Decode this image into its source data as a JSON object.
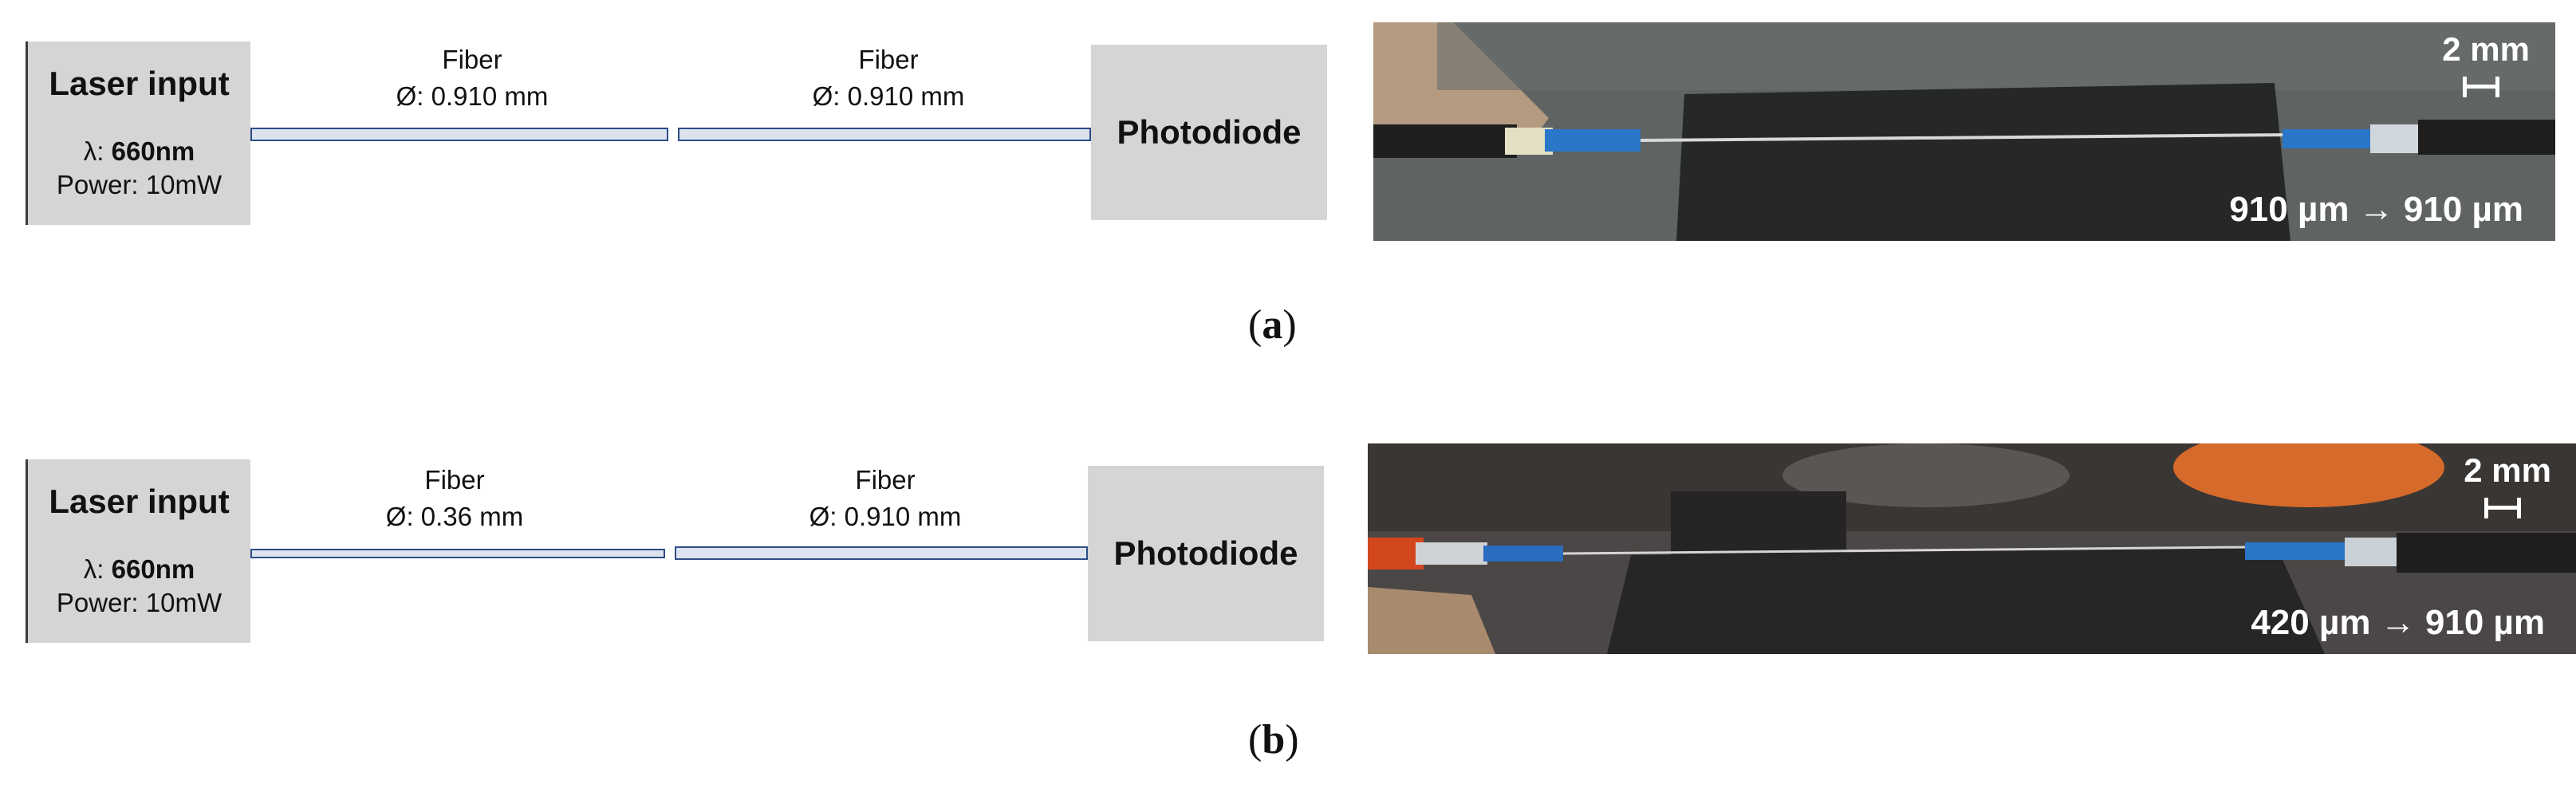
{
  "panels": [
    {
      "id": "a",
      "laser": {
        "title": "Laser input",
        "wavelength_label": "λ: ",
        "wavelength": "660nm",
        "power": "Power: 10mW"
      },
      "fiber1": {
        "label": "Fiber",
        "diameter": "Ø: 0.910 mm"
      },
      "fiber2": {
        "label": "Fiber",
        "diameter": "Ø: 0.910 mm"
      },
      "detector": "Photodiode",
      "photo": {
        "scale": "2 mm",
        "sizes": "910 µm → 910 µm"
      },
      "caption_letter": "a"
    },
    {
      "id": "b",
      "laser": {
        "title": "Laser input",
        "wavelength_label": "λ: ",
        "wavelength": "660nm",
        "power": "Power: 10mW"
      },
      "fiber1": {
        "label": "Fiber",
        "diameter": "Ø: 0.36 mm"
      },
      "fiber2": {
        "label": "Fiber",
        "diameter": "Ø: 0.910 mm"
      },
      "detector": "Photodiode",
      "photo": {
        "scale": "2 mm",
        "sizes": "420 µm → 910 µm"
      },
      "caption_letter": "b"
    }
  ],
  "colors": {
    "fiber_outline": "#2e4c85",
    "box_fill": "#d5d5d5"
  }
}
